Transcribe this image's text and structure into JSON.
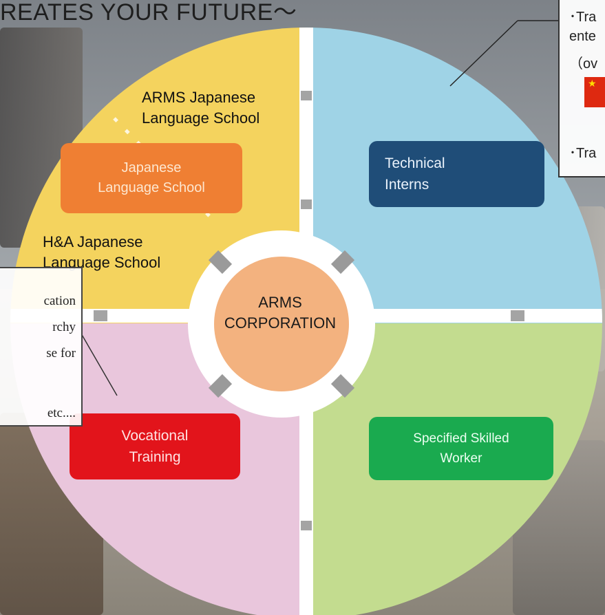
{
  "title": "REATES YOUR FUTURE〜",
  "center": {
    "line1": "ARMS",
    "line2": "CORPORATION"
  },
  "quadrants": {
    "japanese_school": {
      "box_line1": "Japanese",
      "box_line2": "Language School",
      "color": "#f4d35e",
      "box_color": "#ef7f33"
    },
    "technical_interns": {
      "box_line1": "Technical",
      "box_line2": "Interns",
      "color": "#9fd3e6",
      "box_color": "#1f4d78"
    },
    "vocational_training": {
      "box_line1": "Vocational",
      "box_line2": "Training",
      "color": "#e9c6dc",
      "box_color": "#e2141b"
    },
    "specified_skilled_worker": {
      "box_line1": "Specified Skilled",
      "box_line2": "Worker",
      "color": "#c3dc8f",
      "box_color": "#1aaa4f"
    }
  },
  "school_labels": {
    "arms_line1": "ARMS Japanese",
    "arms_line2": "Language School",
    "ha_line1": "H&A Japanese",
    "ha_line2": "Language School"
  },
  "callout_left": {
    "line1": "cation",
    "line2": "rchy",
    "line3": "se for",
    "line4": "etc...."
  },
  "callout_right": {
    "line1": "･Tra",
    "line2": "ente",
    "line3": "（ov",
    "line4": "･Tra"
  }
}
